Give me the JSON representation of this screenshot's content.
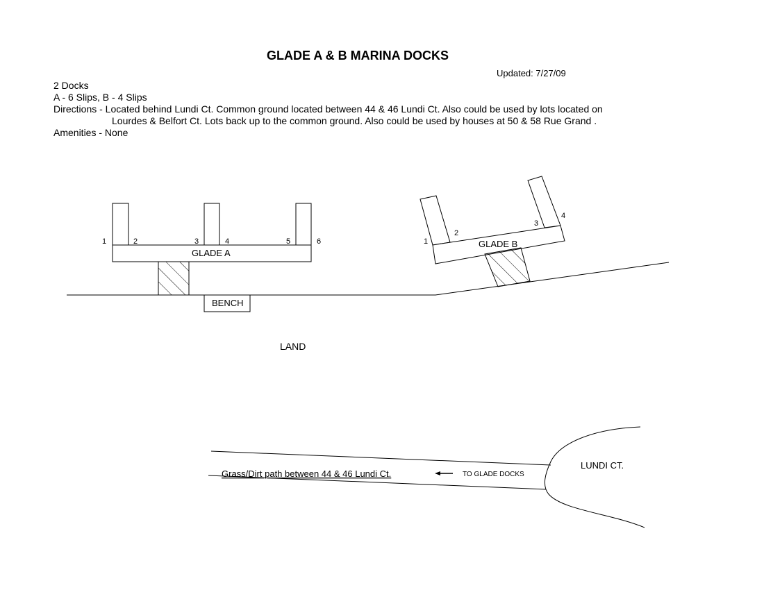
{
  "title": "GLADE A & B MARINA DOCKS",
  "updated": "Updated: 7/27/09",
  "info": {
    "docks": "2  Docks",
    "slips": "A - 6 Slips,  B - 4 Slips",
    "directions_1": "Directions - Located behind Lundi Ct.  Common ground located between 44 & 46 Lundi Ct.  Also could be used by lots located on",
    "directions_2": "Lourdes & Belfort Ct. Lots back up to the common ground.  Also could be used by houses at 50 & 58 Rue Grand  .",
    "amenities": "Amenities - None"
  },
  "diagram": {
    "glade_a": {
      "label": "GLADE A",
      "slips": [
        "1",
        "2",
        "3",
        "4",
        "5",
        "6"
      ]
    },
    "glade_b": {
      "label": "GLADE B",
      "slips": [
        "1",
        "2",
        "3",
        "4"
      ]
    },
    "bench": "BENCH",
    "land": "LAND",
    "path": "Grass/Dirt path between 44 & 46 Lundi Ct.",
    "to_docks": "TO GLADE DOCKS",
    "lundi_ct": "LUNDI CT."
  }
}
